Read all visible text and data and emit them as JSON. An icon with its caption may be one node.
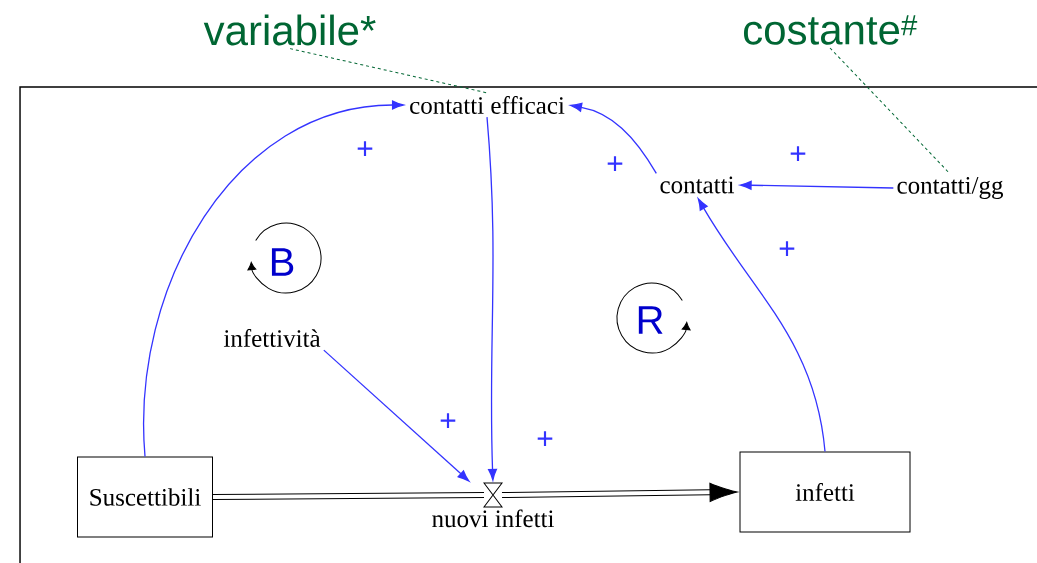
{
  "diagram": {
    "nodes": [
      {
        "text": [
          "contatti efficaci"
        ]
      },
      {
        "text": [
          "contatti"
        ]
      },
      {
        "text": [
          "contatti/gg"
        ]
      },
      {
        "text": [
          "infettività"
        ]
      },
      {
        "text": [
          "Suscettibili"
        ]
      },
      {
        "text": [
          "nuovi infetti"
        ]
      },
      {
        "text": [
          "infetti"
        ]
      },
      {
        "text": [
          "variabile*"
        ]
      },
      {
        "text": [
          "costante$^{#}$"
        ]
      }
    ],
    "edges": [
      {
        "from": 4,
        "to": 0,
        "arrow": "to",
        "label": "+"
      },
      {
        "from": 1,
        "to": 0,
        "arrow": "to",
        "label": "+"
      },
      {
        "from": 2,
        "to": 1,
        "arrow": "to",
        "label": "+"
      },
      {
        "from": 6,
        "to": 1,
        "arrow": "to",
        "label": "+"
      },
      {
        "from": 0,
        "to": 5,
        "arrow": "to",
        "label": "+"
      },
      {
        "from": 3,
        "to": 5,
        "arrow": "to",
        "label": "+"
      },
      {
        "from": 4,
        "to": 5,
        "arrow": "none",
        "style": "thick",
        "color": "#000000"
      },
      {
        "from": 5,
        "to": 6,
        "arrow": "to",
        "style": "thick",
        "color": "#000000"
      },
      {
        "from": 7,
        "to": 0,
        "arrow": "none",
        "style": "dashed",
        "color": "#006633"
      },
      {
        "from": 8,
        "to": 2,
        "arrow": "none",
        "style": "dashed",
        "color": "#006633"
      }
    ],
    "labels": [
      "B",
      "R"
    ]
  }
}
